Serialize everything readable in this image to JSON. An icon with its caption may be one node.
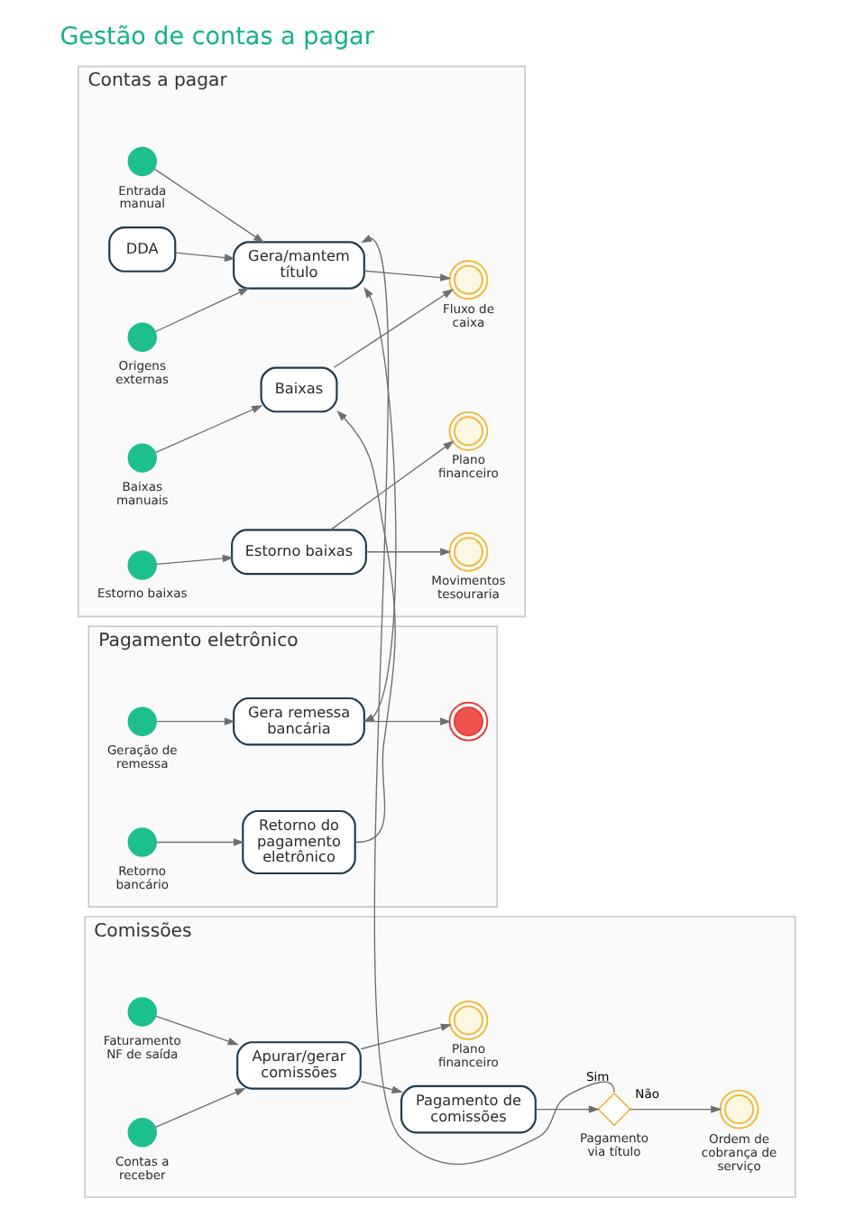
{
  "diagram": {
    "title": "Gestão de contas a pagar",
    "nodes": [
      {
        "text": [
          "Contas a pagar"
        ]
      },
      {
        "text": [],
        "shape": "circle",
        "beside": [
          "Entrada manual"
        ],
        "in": 0
      },
      {
        "text": [
          "DDA"
        ],
        "in": 0
      },
      {
        "text": [],
        "shape": "circle",
        "beside": [
          "Origens externas"
        ],
        "in": 0
      },
      {
        "text": [
          "Gera/mantem título"
        ],
        "in": 0
      },
      {
        "text": [],
        "shape": "circle",
        "beside": [
          "Fluxo de caixa"
        ],
        "in": 0
      },
      {
        "text": [],
        "shape": "circle",
        "beside": [
          "Baixas manuais"
        ],
        "in": 0
      },
      {
        "text": [
          "Baixas"
        ],
        "in": 0
      },
      {
        "text": [],
        "shape": "circle",
        "beside": [
          "Movimentos tesouraria"
        ],
        "in": 0
      },
      {
        "text": [],
        "shape": "circle",
        "beside": [
          "Estorno baixas"
        ],
        "in": 0
      },
      {
        "text": [
          "Estorno baixas"
        ],
        "in": 0
      },
      {
        "text": [],
        "shape": "circle",
        "beside": [
          "Plano financeiro"
        ],
        "in": 0
      },
      {
        "text": [
          "Pagamento eletrônico"
        ]
      },
      {
        "text": [],
        "shape": "circle",
        "beside": [
          "Geração de remessa"
        ],
        "in": 12
      },
      {
        "text": [
          "Gera remessa bancária"
        ],
        "in": 12
      },
      {
        "text": [],
        "shape": "circle",
        "in": 12
      },
      {
        "text": [],
        "shape": "circle",
        "beside": [
          "Retorno bancário"
        ],
        "in": 12
      },
      {
        "text": [
          "Retorno do pagamento eletrônico"
        ],
        "in": 12
      },
      {
        "text": [
          "Comissões"
        ]
      },
      {
        "text": [],
        "shape": "circle",
        "beside": [
          "Faturamento NF de saída"
        ],
        "in": 18
      },
      {
        "text": [],
        "shape": "diamond",
        "beside": [
          "Pagamento via título"
        ],
        "in": 18
      },
      {
        "text": [],
        "shape": "circle",
        "beside": [
          "Ordem de cobrança de serviço"
        ],
        "in": 18
      },
      {
        "text": [],
        "shape": "circle",
        "beside": [
          "Contas a receber"
        ],
        "in": 18
      },
      {
        "text": [
          "Apurar/gerar comissões"
        ],
        "in": 18
      },
      {
        "text": [
          "Pagamento de comissões"
        ],
        "in": 18
      },
      {
        "text": [],
        "shape": "circle",
        "beside": [
          "Plano financeiro"
        ],
        "in": 18
      }
    ],
    "edges": [
      {
        "from": 1,
        "to": 4,
        "arrow": "to"
      },
      {
        "from": 2,
        "to": 4,
        "arrow": "to"
      },
      {
        "from": 3,
        "to": 4,
        "arrow": "to"
      },
      {
        "from": 4,
        "to": 5,
        "arrow": "to"
      },
      {
        "from": 4,
        "to": 14,
        "arrow": "both"
      },
      {
        "from": 6,
        "to": 7,
        "arrow": "to"
      },
      {
        "from": 7,
        "to": 5,
        "arrow": "to"
      },
      {
        "from": 17,
        "to": 7,
        "arrow": "to"
      },
      {
        "from": 9,
        "to": 10,
        "arrow": "to"
      },
      {
        "from": 10,
        "to": 8,
        "arrow": "to"
      },
      {
        "from": 10,
        "to": 11,
        "arrow": "to"
      },
      {
        "from": 13,
        "to": 14,
        "arrow": "to"
      },
      {
        "from": 14,
        "to": 15,
        "arrow": "to"
      },
      {
        "from": 16,
        "to": 17,
        "arrow": "to"
      },
      {
        "from": 19,
        "to": 23,
        "arrow": "to"
      },
      {
        "from": 22,
        "to": 23,
        "arrow": "to"
      },
      {
        "from": 23,
        "to": 24,
        "arrow": "to"
      },
      {
        "from": 24,
        "to": 20,
        "arrow": "to"
      },
      {
        "from": 20,
        "to": 21,
        "arrow": "to",
        "label": "Não"
      },
      {
        "from": 20,
        "to": 4,
        "arrow": "to",
        "label": "Sim"
      },
      {
        "from": 23,
        "to": 25,
        "arrow": "to"
      }
    ]
  }
}
